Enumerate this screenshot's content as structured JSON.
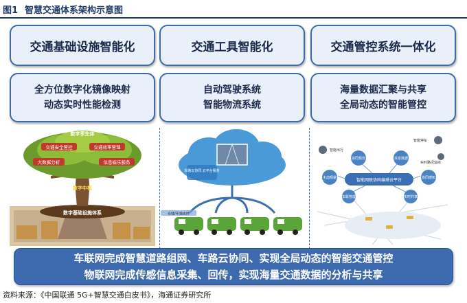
{
  "figure": {
    "number": "图1",
    "title": "智慧交通体系架构示意图"
  },
  "columns": [
    {
      "header": "交通基础设施智能化",
      "detail_lines": [
        "全方位数字化镜像映射",
        "动态实时性能检测"
      ],
      "illustration": {
        "tree_title": "数字孪生体",
        "branch_labels": [
          "交通安全管控",
          "交通效率管理",
          "大数据分析",
          "信息娱乐服务"
        ],
        "trunk_label": "数字中枢",
        "base_label": "数字基础设施体系"
      }
    },
    {
      "header": "交通工具智能化",
      "detail_lines": [
        "自动驾驶系统",
        "智能物流系统"
      ],
      "illustration": {
        "cloud_label": "车路云协同 云平台服务",
        "vehicle_tag": "仓储/车端支持"
      }
    },
    {
      "header": "交通管控系统一体化",
      "detail_lines": [
        "海量数据汇聚与共享",
        "全局动态的智能管控"
      ],
      "illustration": {
        "hub_label": "智能网联协同编排云平台",
        "node_labels": [
          "智能出行",
          "智能停车",
          "实时路况监控",
          "协同规划",
          "共享数据",
          "实时共享",
          "主动规避",
          "协同感知",
          "车联管理"
        ]
      }
    }
  ],
  "banner": {
    "lines": [
      "车联网完成智慧道路组网、车路云协同、实现全局动态的智能交通管控",
      "物联网完成传感信息采集、回传，实现海量交通数据的分析与共享"
    ]
  },
  "source": "资料来源：《中国联通 5G+智慧交通白皮书》，海通证券研究所",
  "colors": {
    "box_border": "#3f6aa8",
    "box_fill": "#eaf0f9",
    "banner": "#3e6bb0",
    "title": "#1f3864"
  }
}
